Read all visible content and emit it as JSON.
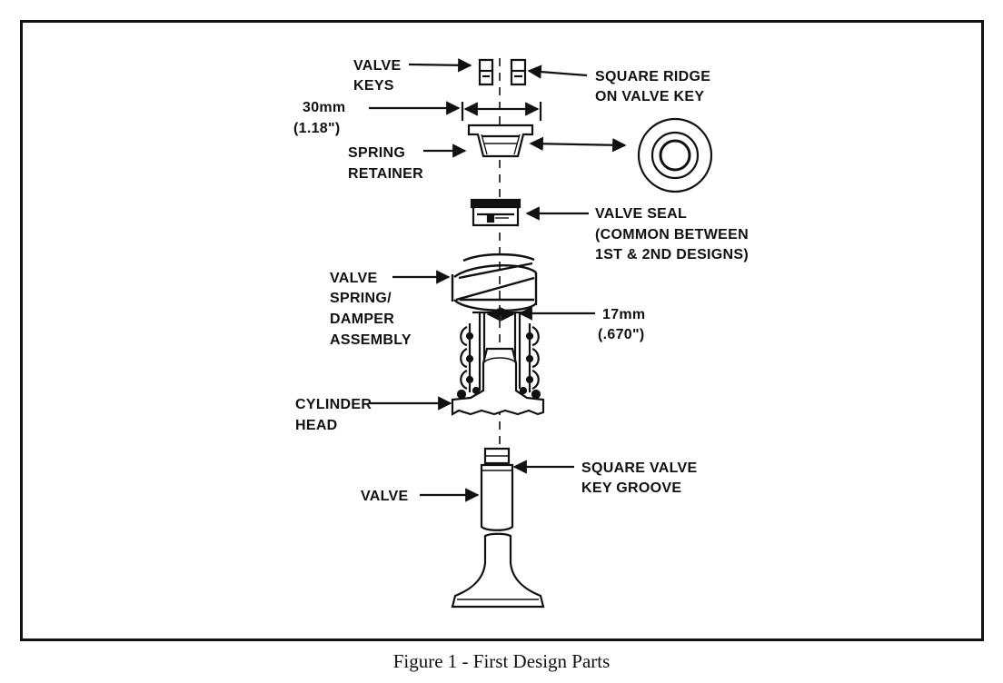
{
  "labels": {
    "valve_keys_1": "VALVE",
    "valve_keys_2": "KEYS",
    "square_ridge_1": "SQUARE RIDGE",
    "square_ridge_2": "ON VALVE KEY",
    "dim_30_1": "30mm",
    "dim_30_2": "(1.18\")",
    "spring_retainer_1": "SPRING",
    "spring_retainer_2": "RETAINER",
    "valve_seal_1": "VALVE SEAL",
    "valve_seal_2": "(COMMON BETWEEN",
    "valve_seal_3": "1ST & 2ND DESIGNS)",
    "spring_damper_1": "VALVE",
    "spring_damper_2": "SPRING/",
    "spring_damper_3": "DAMPER",
    "spring_damper_4": "ASSEMBLY",
    "dim_17_1": "17mm",
    "dim_17_2": "(.670\")",
    "cylinder_head_1": "CYLINDER",
    "cylinder_head_2": "HEAD",
    "square_groove_1": "SQUARE VALVE",
    "square_groove_2": "KEY GROOVE",
    "valve": "VALVE"
  },
  "caption": "Figure 1 - First Design Parts"
}
